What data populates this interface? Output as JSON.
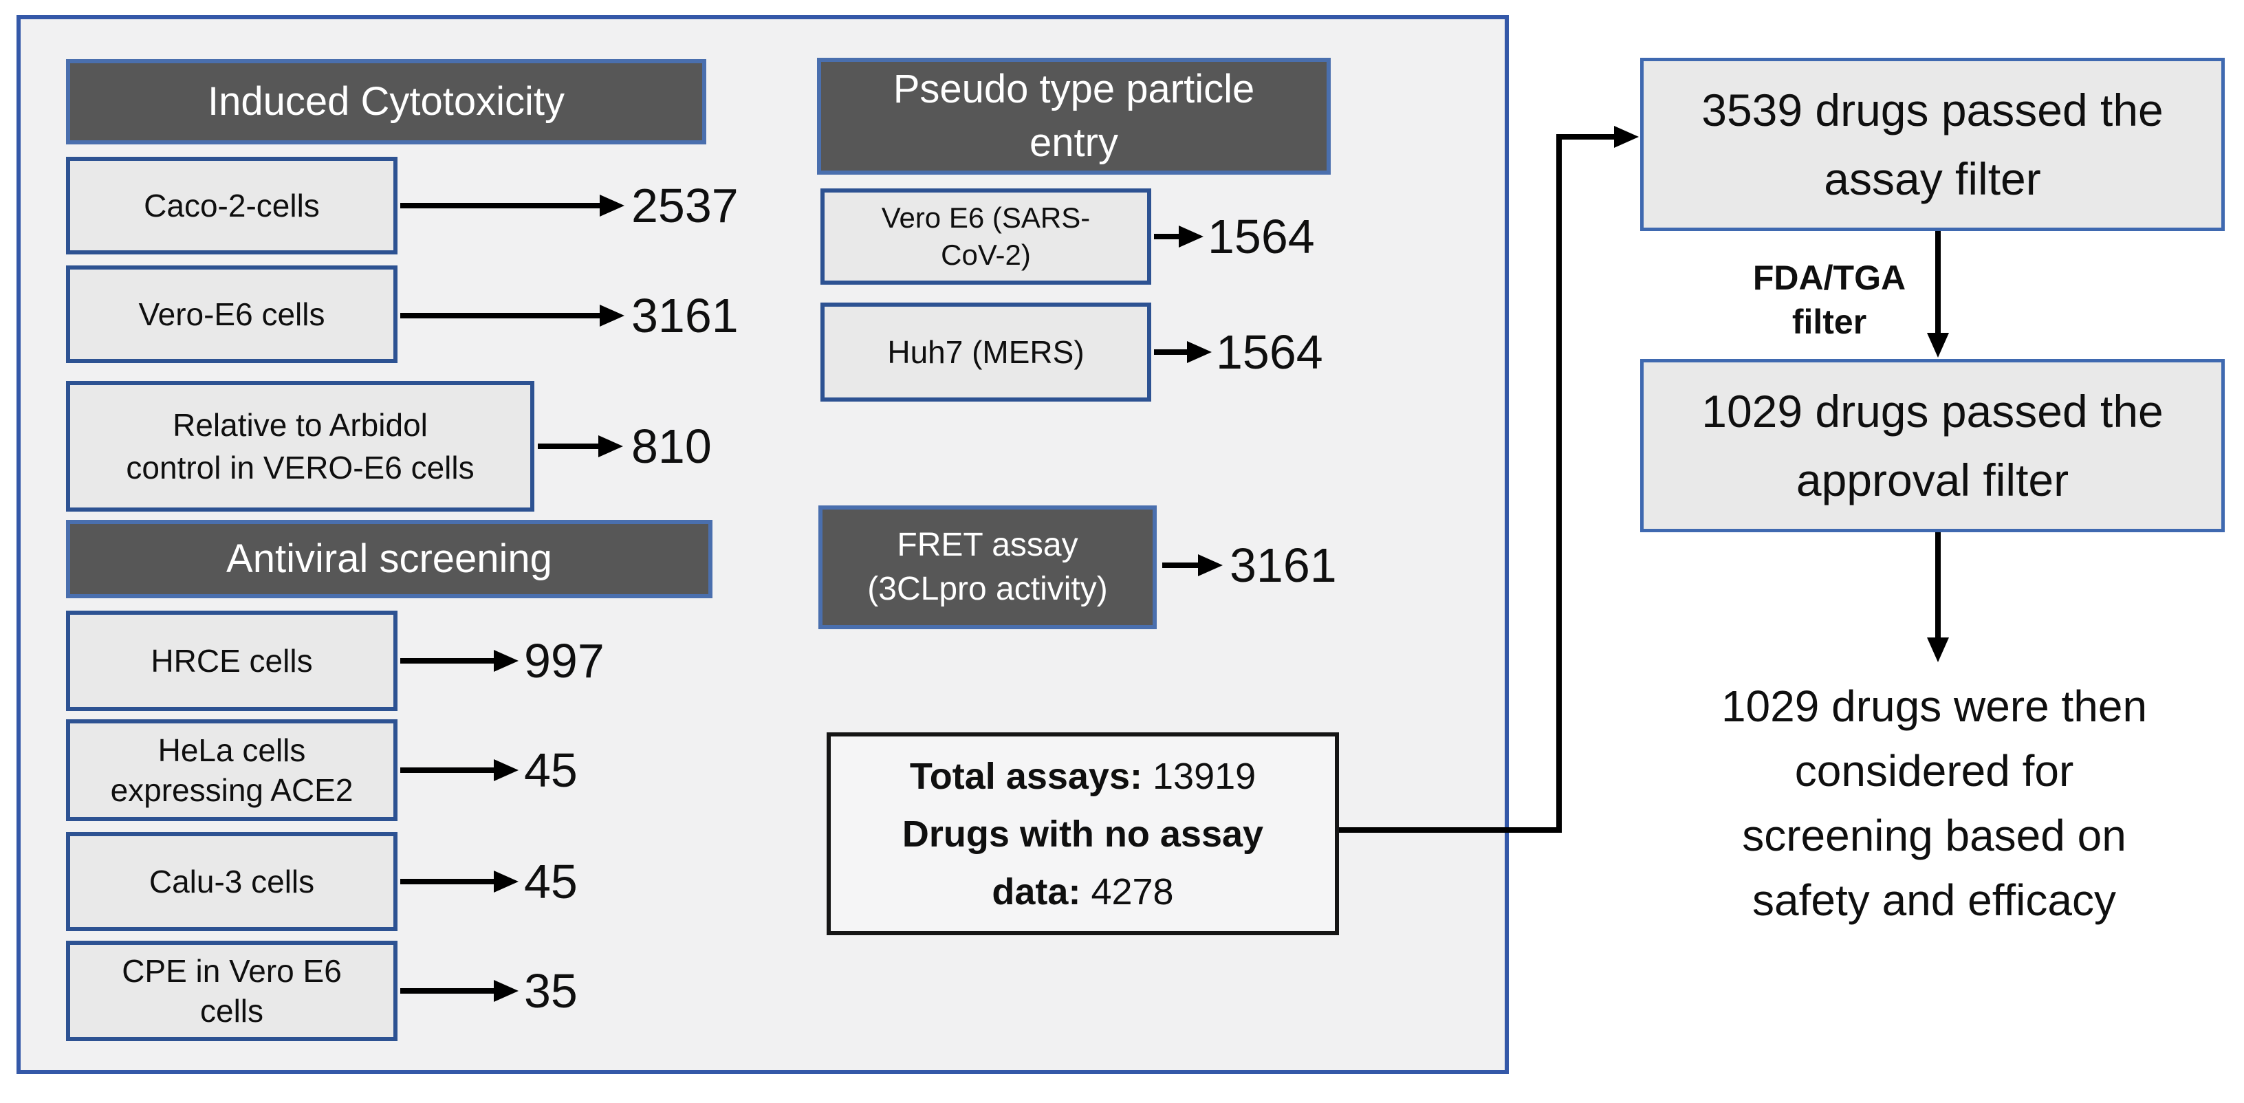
{
  "colors": {
    "panel_fill": "#f1f1f2",
    "panel_border": "#3458a8",
    "dark_box_fill": "#575757",
    "dark_box_border": "#4a6fae",
    "light_box_fill": "#e9e9e9",
    "light_box_border": "#2d5292",
    "total_box_border": "#151515",
    "arrow": "#000000"
  },
  "left": {
    "cytotox_header": "Induced Cytotoxicity",
    "antiviral_header": "Antiviral screening",
    "rows": [
      {
        "lines": [
          "Caco-2-cells"
        ],
        "value": "2537"
      },
      {
        "lines": [
          "Vero-E6 cells"
        ],
        "value": "3161"
      },
      {
        "lines": [
          "Relative to Arbidol",
          "control in VERO-E6 cells"
        ],
        "value": "810"
      },
      {
        "lines": [
          "HRCE cells"
        ],
        "value": "997"
      },
      {
        "lines": [
          "HeLa cells",
          "expressing ACE2"
        ],
        "value": "45"
      },
      {
        "lines": [
          "Calu-3 cells"
        ],
        "value": "45"
      },
      {
        "lines": [
          "CPE in Vero E6",
          "cells"
        ],
        "value": "35"
      }
    ]
  },
  "middle": {
    "pseudo_header_lines": [
      "Pseudo type particle",
      "entry"
    ],
    "rows": [
      {
        "lines": [
          "Vero E6 (SARS-",
          "CoV-2)"
        ],
        "value": "1564"
      },
      {
        "lines": [
          "Huh7 (MERS)"
        ],
        "value": "1564"
      }
    ],
    "fret_lines": [
      "FRET assay",
      "(3CLpro activity)"
    ],
    "fret_value": "3161",
    "total": {
      "total_label": "Total assays:",
      "total_value": "13919",
      "nodata_label": "Drugs with no assay data:",
      "nodata_value": "4278"
    }
  },
  "right": {
    "assay_box_lines": [
      "3539 drugs passed the",
      "assay filter"
    ],
    "fda_lines": [
      "FDA/TGA",
      "filter"
    ],
    "approval_box_lines": [
      "1029 drugs passed the",
      "approval filter"
    ],
    "final_lines": [
      "1029 drugs were then",
      "considered for",
      "screening based on",
      "safety and efficacy"
    ]
  }
}
